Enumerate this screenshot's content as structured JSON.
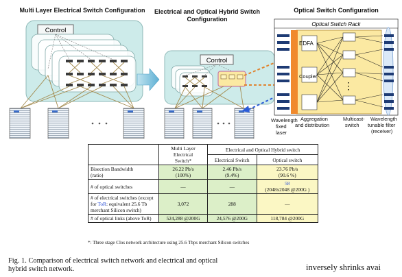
{
  "titles": {
    "multi_layer": "Multi Layer Electrical Switch Configuration",
    "hybrid_line1": "Electrical and Optical Hybrid Switch",
    "hybrid_line2": "Configuration",
    "optical": "Optical Switch Configuration"
  },
  "diagram": {
    "control_label_left": "Control",
    "control_label_mid": "Control",
    "rack_label": "Optical Switch Rack",
    "edfa": "EDFA",
    "coupler": "Coupler",
    "dots": "⋮",
    "label_wavelength_fixed": [
      "Wavelength",
      "fixed",
      "laser"
    ],
    "label_aggregation": [
      "Aggregation",
      "and distribution"
    ],
    "label_multicast": [
      "Multicast-",
      "switch"
    ],
    "label_tunable": [
      "Wavelength",
      "tunable filter",
      "(receiver)"
    ]
  },
  "table": {
    "header": {
      "multi_layer": [
        "Multi Layer",
        "Electrical",
        "Switch*"
      ],
      "hybrid": "Electrical and Optical Hybrid switch",
      "electrical": "Electrical Switch",
      "optical": "Optical switch"
    },
    "rows": [
      {
        "label": [
          "Bisection Bandwidth",
          "(ratio)"
        ],
        "ml": [
          "26.22 Pb/s",
          "(100%)"
        ],
        "es": [
          "2.46 Pb/s",
          "(9.4%)"
        ],
        "os": [
          "23.76 Pb/s",
          "(90.6 %)"
        ]
      },
      {
        "label": [
          "# of optical switches"
        ],
        "ml": [
          "—"
        ],
        "es": [
          "—"
        ],
        "os_link": "58",
        "os": "(2048x2048 @200G )"
      },
      {
        "label_pre": "# of electrical switches (except",
        "label_for": "for ",
        "label_tor": "ToR",
        "label_post": ": equivalent 25.6 Tb",
        "label_end": "merchant Silicon switch)",
        "ml": "3,072",
        "es": "288",
        "os": "—"
      },
      {
        "label": "# of optical links (above ToR)",
        "ml": "524,288 @200G",
        "es": "24,576 @200G",
        "os": "118,784 @200G"
      }
    ],
    "footnote": "*: Three stage Clos network architecture using 25.6 Tbps merchant Silicon switches"
  },
  "caption": {
    "line1": "Fig. 1.  Comparison of electrical switch network and electrical and optical",
    "line2": "hybrid switch network."
  },
  "spill_text": "inversely shrinks avai",
  "colors": {
    "panel_fill": "#cdebea",
    "panel_border": "#8fb9b8",
    "control_fill": "#f4f7f7",
    "switch_dark": "#3b3b3b",
    "link_gold": "#a38a4d",
    "optical_box": "#fbe9a2",
    "laser_orange": "#f08a2d",
    "dash_blue": "#2a5bd8",
    "dash_orange": "#e0832e"
  }
}
